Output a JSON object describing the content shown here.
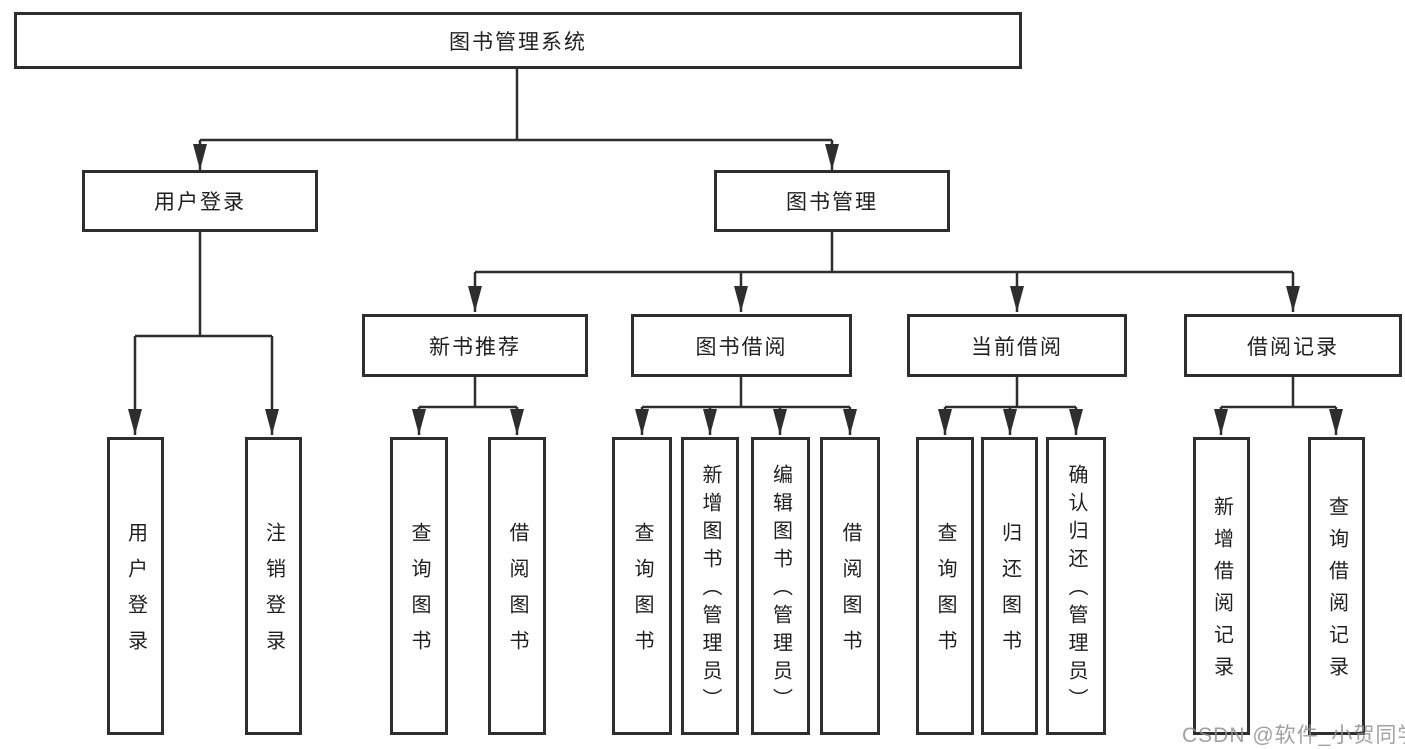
{
  "diagram_title": "图书管理系统",
  "nodes": {
    "root": {
      "label": "图书管理系统"
    },
    "user_login": {
      "label": "用户登录"
    },
    "book_mgmt": {
      "label": "图书管理"
    },
    "new_book_rec": {
      "label": "新书推荐"
    },
    "book_borrow": {
      "label": "图书借阅"
    },
    "current_borrow": {
      "label": "当前借阅"
    },
    "borrow_record": {
      "label": "借阅记录"
    },
    "leaf_user_login": {
      "label": "用户登录"
    },
    "leaf_logout": {
      "label": "注销登录"
    },
    "leaf_nbr_query_book": {
      "label": "查询图书"
    },
    "leaf_nbr_borrow_book": {
      "label": "借阅图书"
    },
    "leaf_bb_query_book": {
      "label": "查询图书"
    },
    "leaf_bb_add_book": {
      "label": "新增图书（管理员）"
    },
    "leaf_bb_edit_book": {
      "label": "编辑图书（管理员）"
    },
    "leaf_bb_borrow_book": {
      "label": "借阅图书"
    },
    "leaf_cb_query_book": {
      "label": "查询图书"
    },
    "leaf_cb_return_book": {
      "label": "归还图书"
    },
    "leaf_cb_confirm_return": {
      "label": "确认归还（管理员）"
    },
    "leaf_br_add_record": {
      "label": "新增借阅记录"
    },
    "leaf_br_query_record": {
      "label": "查询借阅记录"
    }
  },
  "hierarchy": {
    "root": "图书管理系统",
    "children": [
      {
        "label": "用户登录",
        "children": [
          "用户登录",
          "注销登录"
        ]
      },
      {
        "label": "图书管理",
        "children": [
          {
            "label": "新书推荐",
            "children": [
              "查询图书",
              "借阅图书"
            ]
          },
          {
            "label": "图书借阅",
            "children": [
              "查询图书",
              "新增图书（管理员）",
              "编辑图书（管理员）",
              "借阅图书"
            ]
          },
          {
            "label": "当前借阅",
            "children": [
              "查询图书",
              "归还图书",
              "确认归还（管理员）"
            ]
          },
          {
            "label": "借阅记录",
            "children": [
              "新增借阅记录",
              "查询借阅记录"
            ]
          }
        ]
      }
    ]
  },
  "watermark": {
    "text": "CSDN @软件_小贺同学"
  },
  "colors": {
    "line": "#2e2e2e",
    "box_border": "#2e2e2e",
    "text": "#1f1f1f",
    "watermark": "#919191",
    "background": "#ffffff"
  }
}
